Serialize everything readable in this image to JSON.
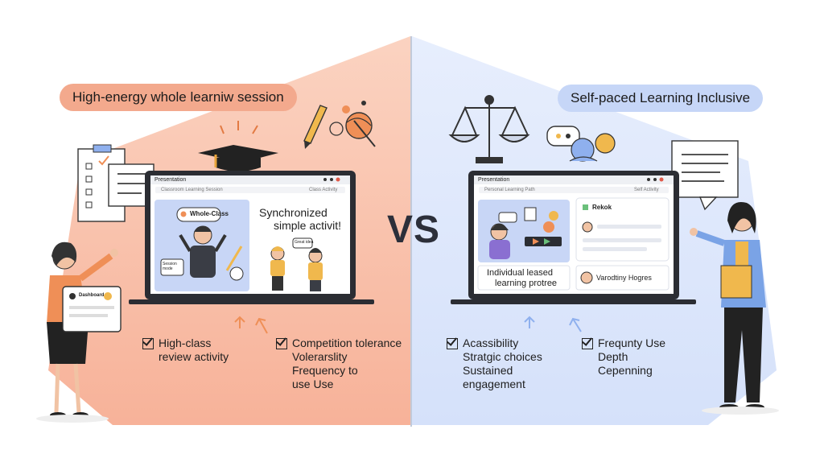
{
  "left": {
    "banner": "High-energy whole learniw session",
    "browser_title": "Presentation",
    "address_text": "Classroom Learning Session",
    "address_right": "Class Activity",
    "card_label": "Whole-Class",
    "card_sub": "Session\nmode",
    "headline_line1": "Synchronized",
    "headline_line2": "simple activit!",
    "bubble_text": "Great idea",
    "tablet_label": "Dashboard",
    "checks": [
      {
        "lines": [
          "High-class",
          "review activity"
        ]
      },
      {
        "lines": [
          "Competition tolerance",
          "Volerarslity",
          "Frequency to",
          "use Use"
        ]
      }
    ]
  },
  "right": {
    "banner": "Self-paced Learning Inclusive",
    "browser_title": "Presentation",
    "address_text": "Personal Learning Path",
    "address_right": "Self Activity",
    "panel_title": "Rekok",
    "caption_line1": "Individual leased",
    "caption_line2": "learning protree",
    "profile_label": "Varodtiny Hogres",
    "checks": [
      {
        "lines": [
          "Acassibility",
          "Stratgic choices",
          "Sustained",
          "engagement"
        ]
      },
      {
        "lines": [
          "Frequnty Use",
          "Depth",
          "Cepenning"
        ]
      }
    ]
  },
  "vs_label": "VS",
  "colors": {
    "left_bg": "#f7b9a0",
    "right_bg": "#dbe5fb",
    "left_pill": "#f3a98d",
    "right_pill": "#c6d6f7",
    "accent_orange": "#f08a4b",
    "accent_blue": "#8fb0ee"
  }
}
